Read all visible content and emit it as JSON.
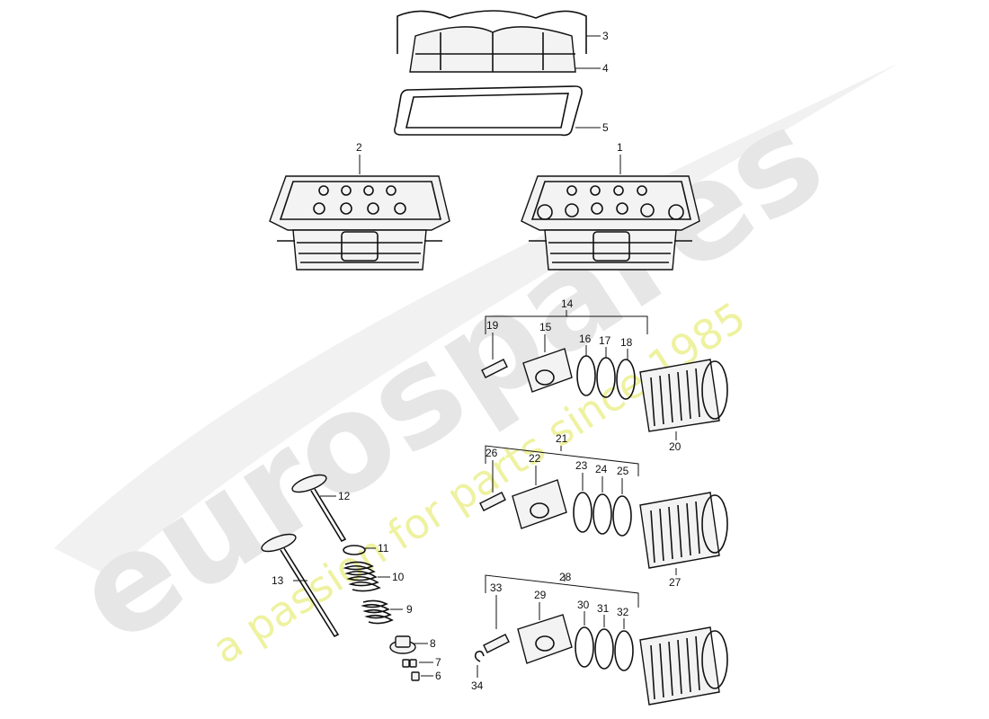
{
  "watermark": {
    "brand": "eurospares",
    "tagline": "a passion for parts since 1985",
    "brand_color": "#e6e6e6",
    "tagline_color": "#eef2a0"
  },
  "callouts": {
    "c1": "1",
    "c2": "2",
    "c3": "3",
    "c4": "4",
    "c5": "5",
    "c6": "6",
    "c7": "7",
    "c8": "8",
    "c9": "9",
    "c10": "10",
    "c11": "11",
    "c12": "12",
    "c13": "13",
    "c14": "14",
    "c15": "15",
    "c16": "16",
    "c17": "17",
    "c18": "18",
    "c19": "19",
    "c20": "20",
    "c21": "21",
    "c22": "22",
    "c23": "23",
    "c24": "24",
    "c25": "25",
    "c26": "26",
    "c27": "27",
    "c28": "28",
    "c29": "29",
    "c30": "30",
    "c31": "31",
    "c32": "32",
    "c33": "33",
    "c34": "34"
  }
}
